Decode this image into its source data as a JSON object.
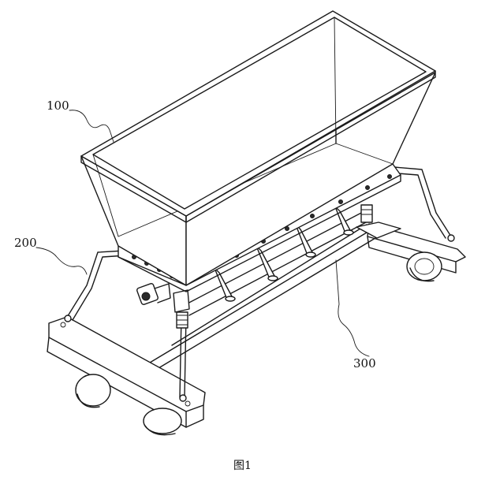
{
  "labels": {
    "hopper": "100",
    "frame": "200",
    "distributor": "300"
  },
  "caption": "图1",
  "colors": {
    "line": "#1a1a1a",
    "background": "#ffffff"
  }
}
